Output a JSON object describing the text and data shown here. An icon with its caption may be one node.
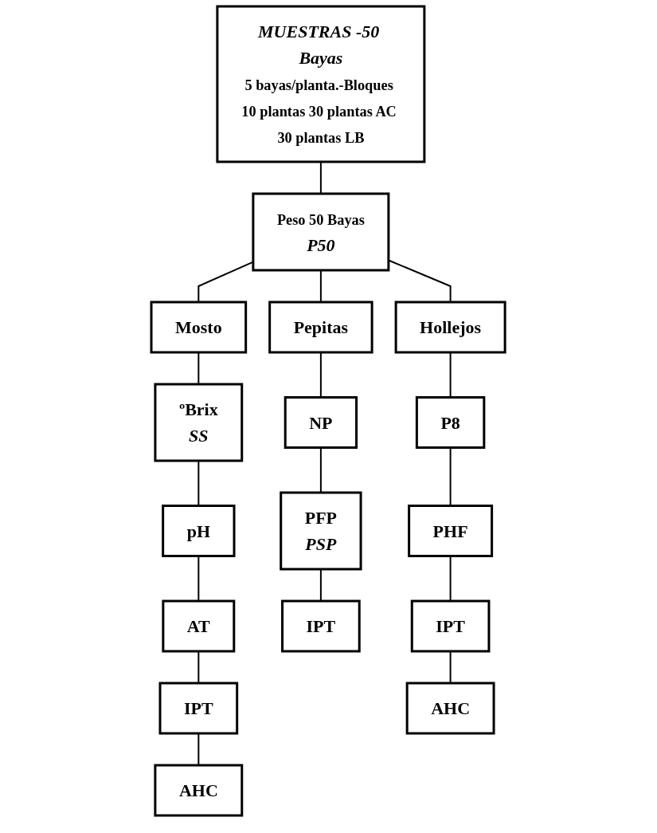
{
  "diagram": {
    "nodes": [
      {
        "text": [
          "MUESTRAS -50 Bayas",
          "5 bayas/planta.-Bloques 10 plantas 30 plantas AC 30 plantas LB"
        ]
      },
      {
        "text": [
          "Peso 50 Bayas",
          "P50"
        ]
      },
      {
        "text": [
          "Mosto"
        ]
      },
      {
        "text": [
          "Pepitas"
        ]
      },
      {
        "text": [
          "Hollejos"
        ]
      },
      {
        "text": [
          "ºBrix",
          "SS"
        ]
      },
      {
        "text": [
          "pH"
        ]
      },
      {
        "text": [
          "AT"
        ]
      },
      {
        "text": [
          "IPT"
        ]
      },
      {
        "text": [
          "AHC"
        ]
      },
      {
        "text": [
          "NP"
        ]
      },
      {
        "text": [
          "PFP",
          "PSP"
        ]
      },
      {
        "text": [
          "IPT"
        ]
      },
      {
        "text": [
          "P8"
        ]
      },
      {
        "text": [
          "PHF"
        ]
      },
      {
        "text": [
          "IPT"
        ]
      },
      {
        "text": [
          "AHC"
        ]
      }
    ],
    "edges": [
      {
        "from": 0,
        "to": 1,
        "arrow": "none"
      },
      {
        "from": 1,
        "to": 2,
        "arrow": "none"
      },
      {
        "from": 1,
        "to": 3,
        "arrow": "none"
      },
      {
        "from": 1,
        "to": 4,
        "arrow": "none"
      },
      {
        "from": 2,
        "to": 5,
        "arrow": "none"
      },
      {
        "from": 5,
        "to": 6,
        "arrow": "none"
      },
      {
        "from": 6,
        "to": 7,
        "arrow": "none"
      },
      {
        "from": 7,
        "to": 8,
        "arrow": "none"
      },
      {
        "from": 8,
        "to": 9,
        "arrow": "none"
      },
      {
        "from": 3,
        "to": 10,
        "arrow": "none"
      },
      {
        "from": 10,
        "to": 11,
        "arrow": "none"
      },
      {
        "from": 11,
        "to": 12,
        "arrow": "none"
      },
      {
        "from": 4,
        "to": 13,
        "arrow": "none"
      },
      {
        "from": 13,
        "to": 14,
        "arrow": "none"
      },
      {
        "from": 14,
        "to": 15,
        "arrow": "none"
      },
      {
        "from": 15,
        "to": 16,
        "arrow": "none"
      }
    ]
  }
}
